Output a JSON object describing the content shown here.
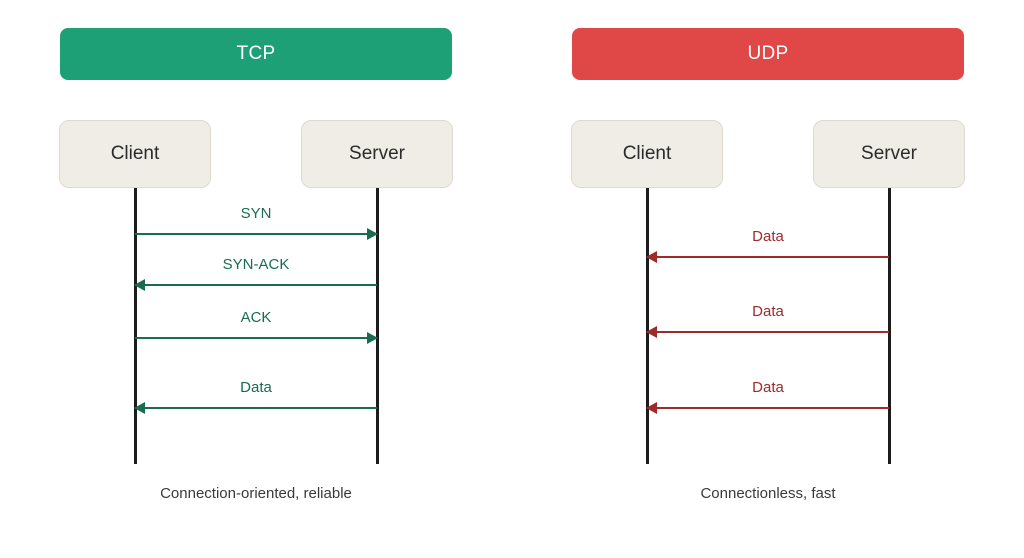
{
  "colors": {
    "tcp_accent": "#1ea077",
    "udp_accent": "#e04747",
    "tcp_arrow": "#1a6b52",
    "udp_arrow": "#9e2a2a",
    "lifeline": "#1c1c1c",
    "participant_fill": "#f0ede6",
    "participant_border": "#dedad1",
    "caption_text": "#3a3a3a",
    "card_background": "#ffffff"
  },
  "panels": [
    {
      "id": "tcp",
      "title": "TCP",
      "caption": "Connection-oriented, reliable",
      "participants": {
        "client": "Client",
        "server": "Server"
      },
      "messages": [
        {
          "label": "SYN",
          "direction": "right"
        },
        {
          "label": "SYN-ACK",
          "direction": "left"
        },
        {
          "label": "ACK",
          "direction": "right"
        },
        {
          "label": "Data",
          "direction": "left"
        }
      ]
    },
    {
      "id": "udp",
      "title": "UDP",
      "caption": "Connectionless, fast",
      "participants": {
        "client": "Client",
        "server": "Server"
      },
      "messages": [
        {
          "label": "Data",
          "direction": "left"
        },
        {
          "label": "Data",
          "direction": "left"
        },
        {
          "label": "Data",
          "direction": "left"
        }
      ]
    }
  ]
}
